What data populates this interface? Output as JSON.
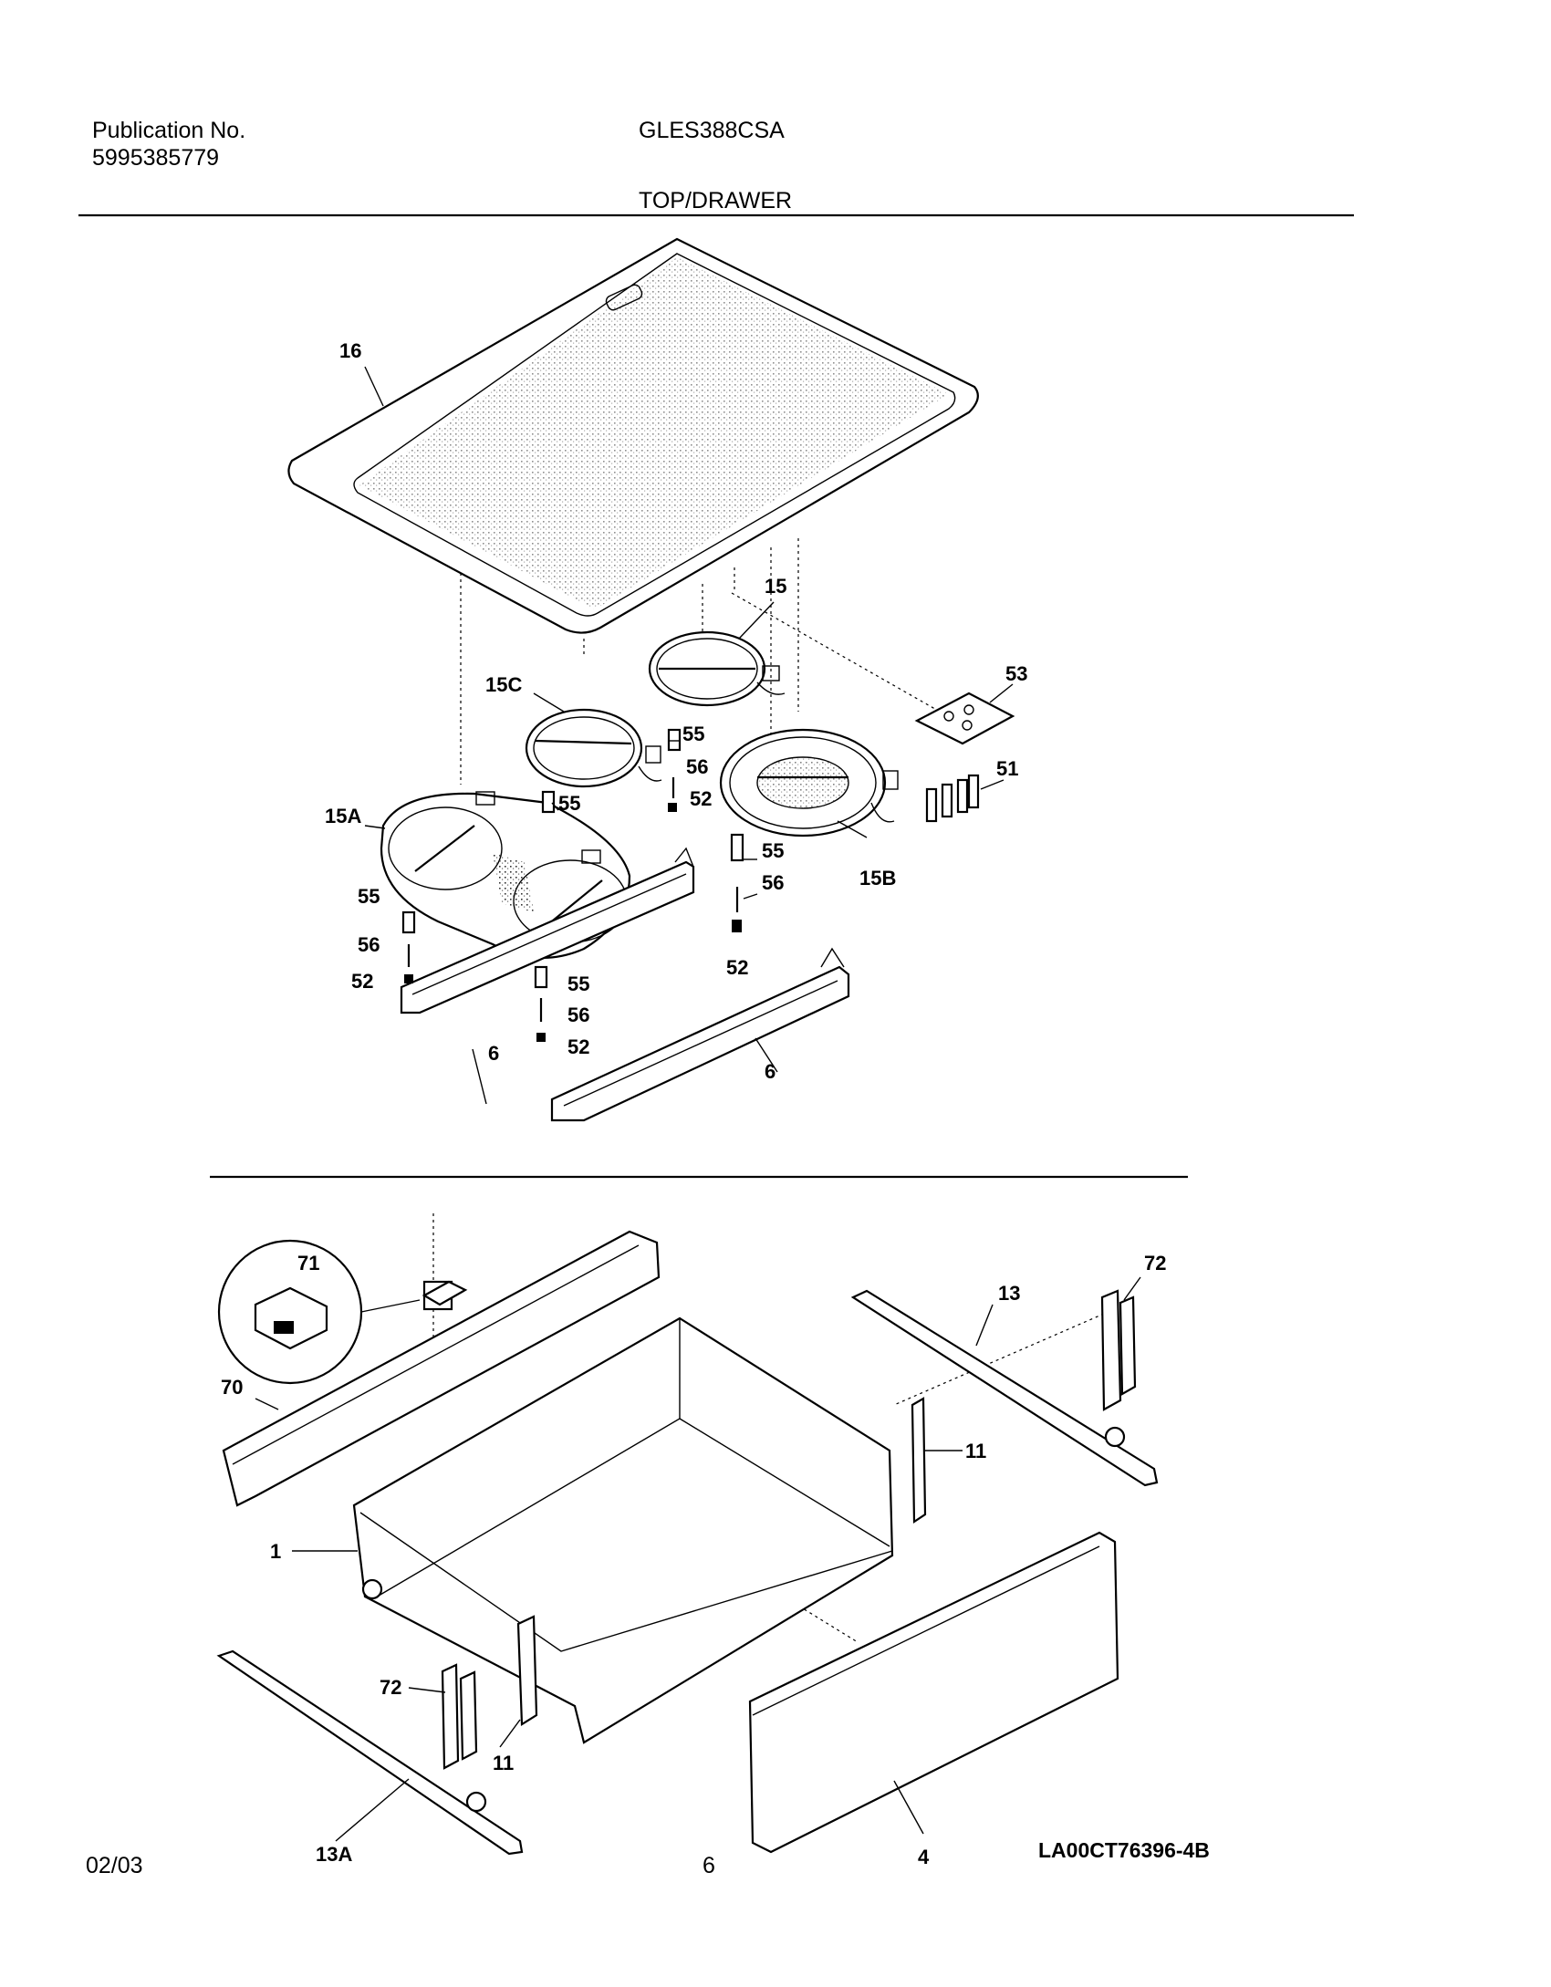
{
  "header": {
    "publication_label": "Publication No.",
    "publication_number": "5995385779",
    "model": "GLES388CSA",
    "section_title": "TOP/DRAWER"
  },
  "footer": {
    "date": "02/03",
    "page_number": "6",
    "drawing_code": "LA00CT76396-4B"
  },
  "parts": {
    "p16": "16",
    "p15": "15",
    "p15C": "15C",
    "p15A": "15A",
    "p15B": "15B",
    "p53": "53",
    "p51": "51",
    "p55": "55",
    "p56": "56",
    "p52": "52",
    "p6": "6",
    "p71": "71",
    "p70": "70",
    "p13": "13",
    "p72": "72",
    "p11": "11",
    "p1": "1",
    "p4": "4",
    "p13A": "13A"
  }
}
